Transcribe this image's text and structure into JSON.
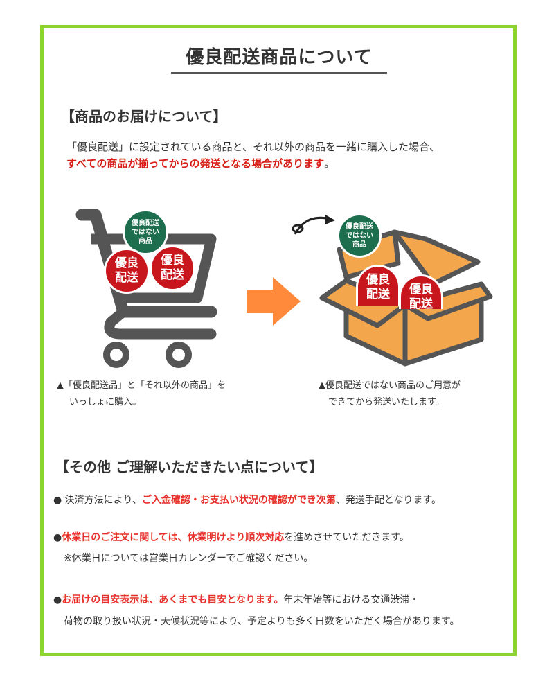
{
  "page": {
    "title": "優良配送商品について",
    "section1": {
      "heading": "【商品のお届けについて】",
      "line1": "「優良配送」に設定されている商品と、それ以外の商品を一緒に購入した場合、",
      "line2_red": "すべての商品が揃ってからの発送となる場合があります",
      "line2_end": "。"
    },
    "illustration": {
      "badge_green": [
        "優良配送",
        "ではない",
        "商品"
      ],
      "badge_red": [
        "優良",
        "配送"
      ],
      "caption_left_1": "▲「優良配送品」と「それ以外の商品」を",
      "caption_left_2": "いっしょに購入。",
      "caption_right_1": "▲優良配送ではない商品のご用意が",
      "caption_right_2": "できてから発送いたします。"
    },
    "section2": {
      "heading": "【その他 ご理解いただきたい点について】",
      "item1_pre": "● 決済方法により、",
      "item1_red": "ご入金確認・お支払い状況の確認ができ次第",
      "item1_post": "、発送手配となります。",
      "item2_bullet": "●",
      "item2_red": "休業日のご注文に関しては、休業明けより順次対応",
      "item2_post": "を進めさせていただきます。",
      "item2_note": "※休業日については営業日カレンダーでご確認ください。",
      "item3_bullet": "●",
      "item3_red": "お届けの目安表示は、あくまでも目安となります。",
      "item3_post": "年末年始等における交通渋滞・",
      "item3_line2": "荷物の取り扱い状況・天候状況等により、予定よりも多く日数をいただく場合があります。"
    }
  },
  "colors": {
    "frame_border": "#8cd32d",
    "red_text": "#d81e16",
    "badge_green": "#1d6e4e",
    "badge_red": "#c8161d",
    "arrow_orange": "#ff8a3c",
    "box_orange": "#f3a64c",
    "cart_gray": "#555555"
  }
}
